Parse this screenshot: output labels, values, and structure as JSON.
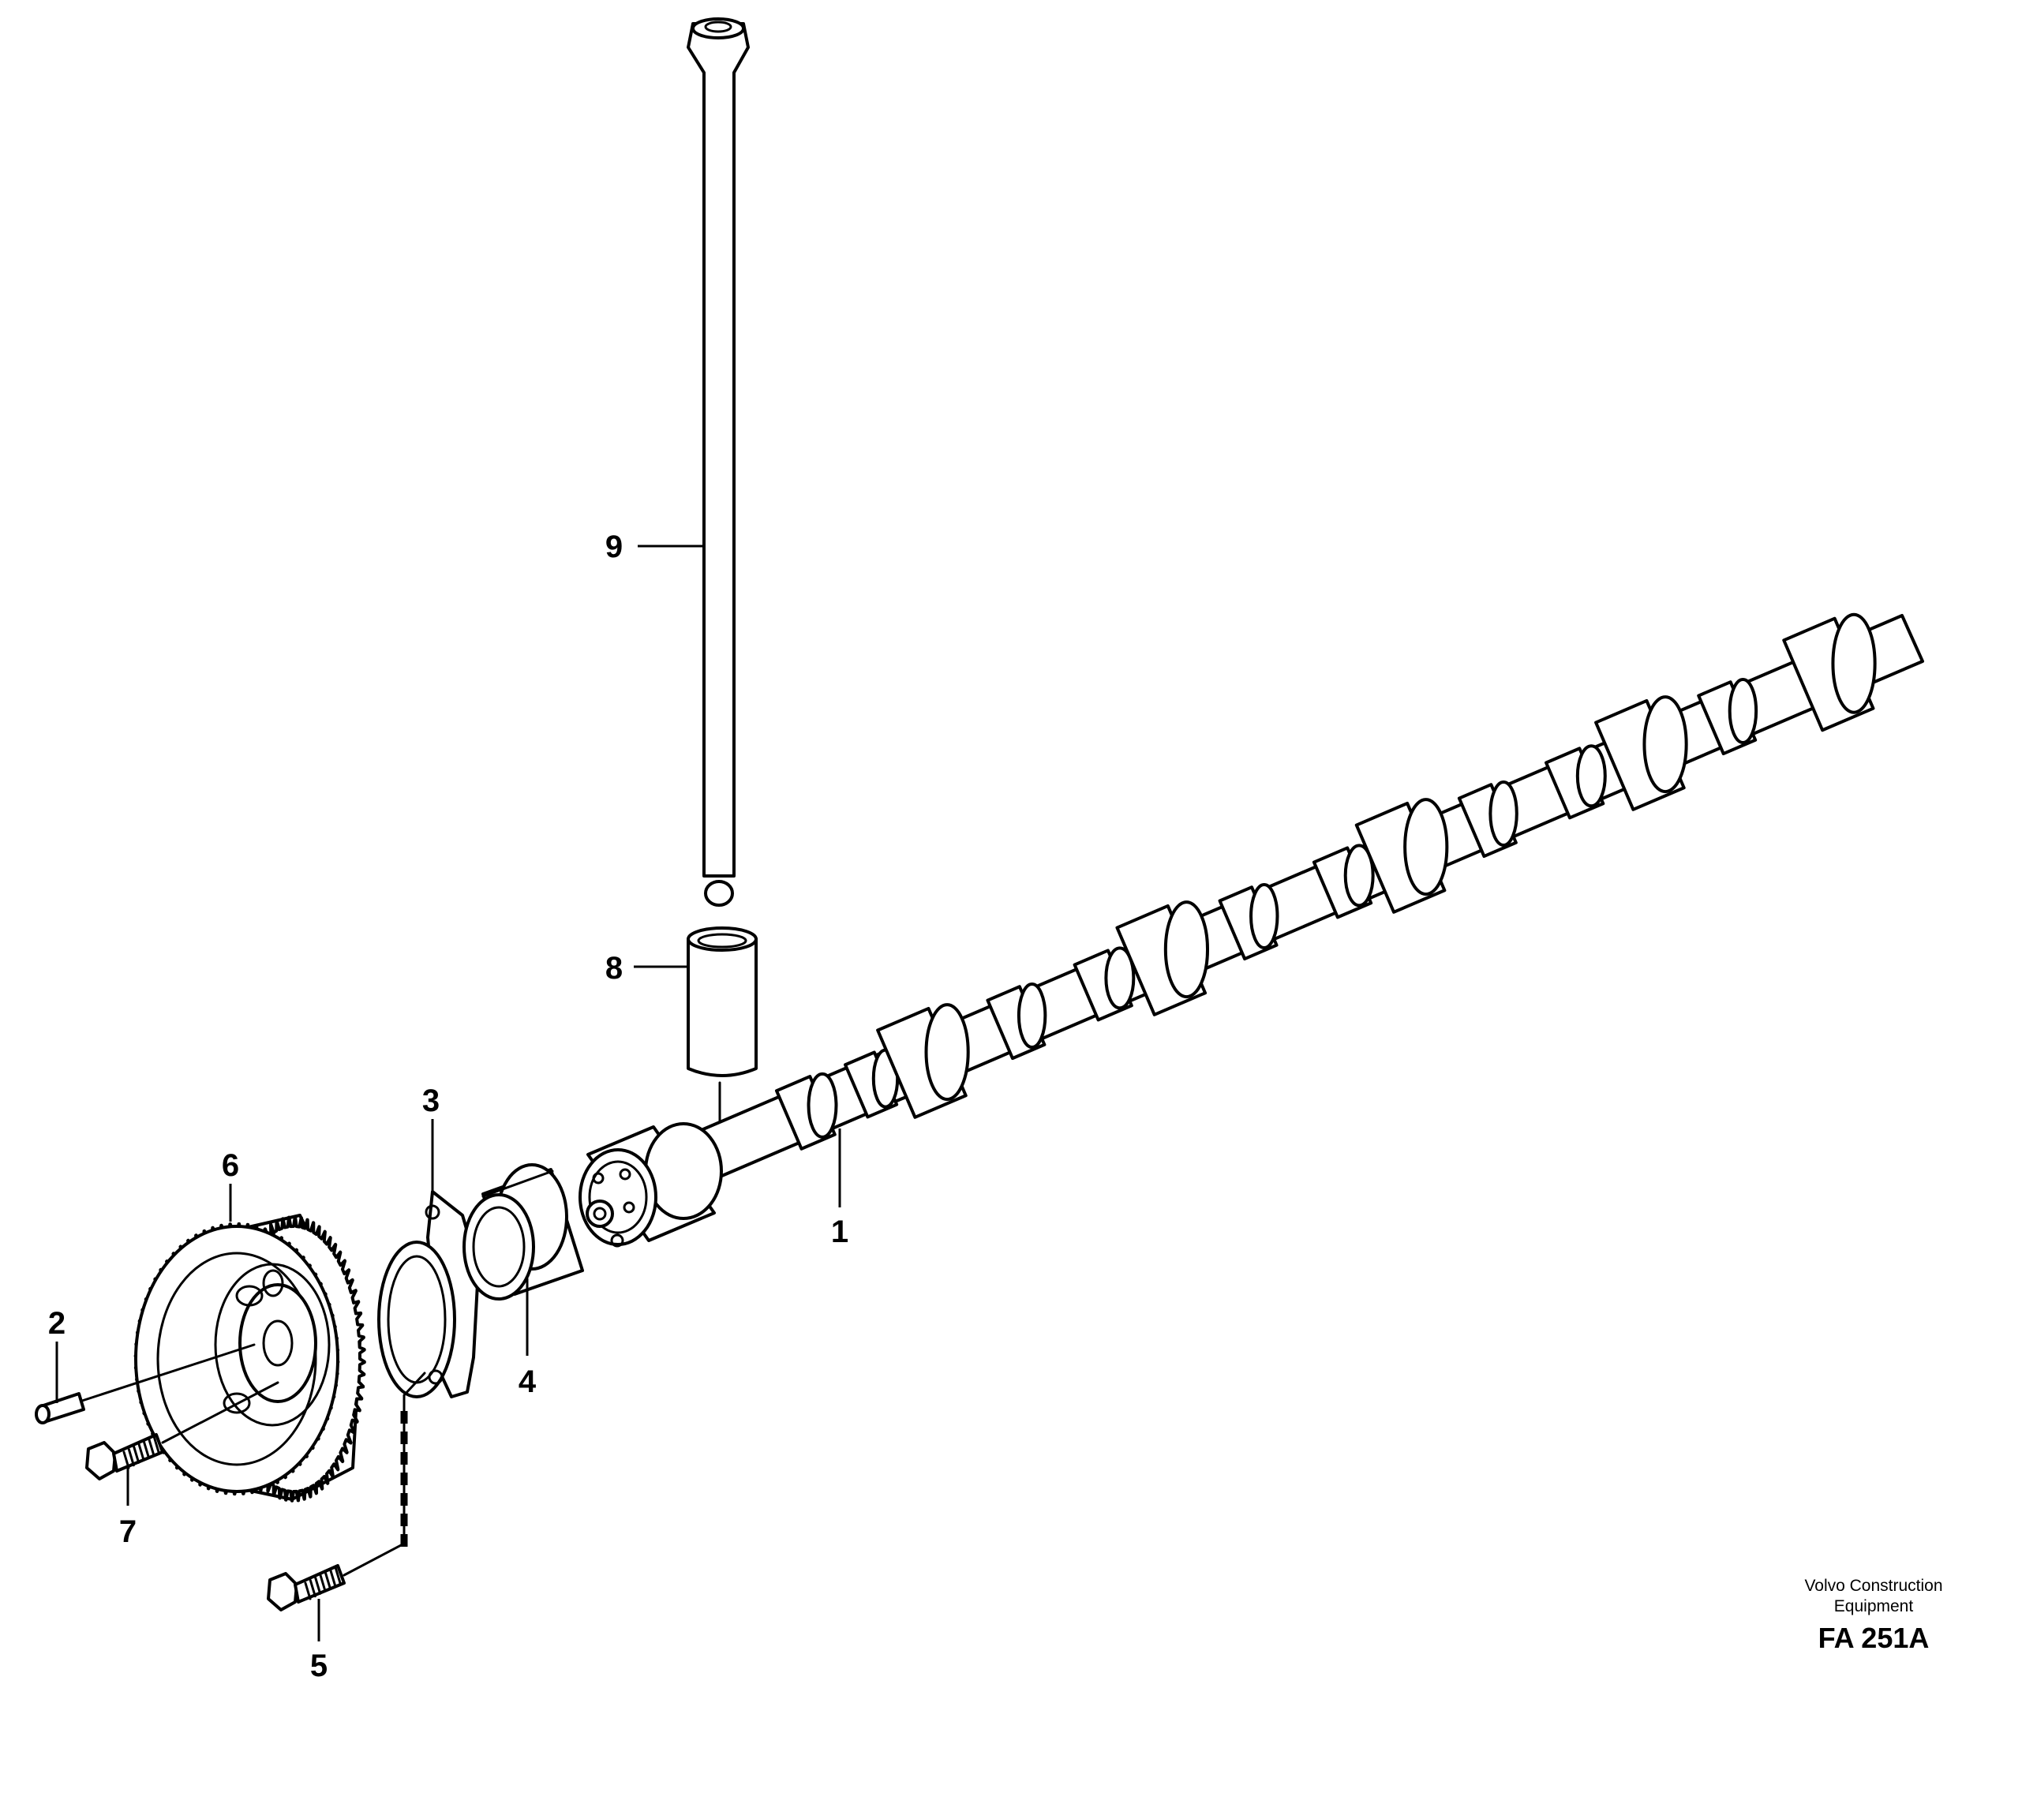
{
  "callouts": {
    "c1": "1",
    "c2": "2",
    "c3": "3",
    "c4": "4",
    "c5": "5",
    "c6": "6",
    "c7": "7",
    "c8": "8",
    "c9": "9"
  },
  "footer": {
    "brand_line1": "Volvo Construction",
    "brand_line2": "Equipment",
    "figure_code": "FA 251A"
  },
  "colors": {
    "ink": "#000000",
    "paper": "#ffffff"
  }
}
